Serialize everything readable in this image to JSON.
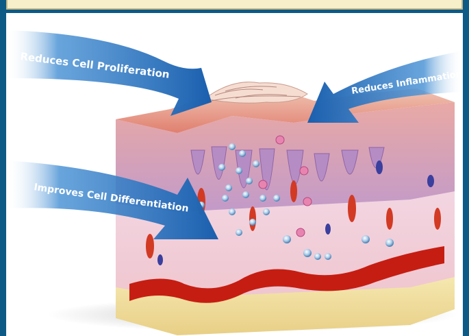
{
  "labels": {
    "arrow_top_left": "Reduces Cell Proliferation",
    "arrow_top_right": "Reduces Inflammation",
    "arrow_middle_left": "Improves Cell Differentiation"
  },
  "colors": {
    "frame": "#0d5a86",
    "band": "#f7efc9",
    "arrow": "#2c78c3",
    "epidermis": "#c9a3cf",
    "dermis": "#f2d5df",
    "blood": "#c61d12",
    "fat": "#f1e2a6"
  }
}
